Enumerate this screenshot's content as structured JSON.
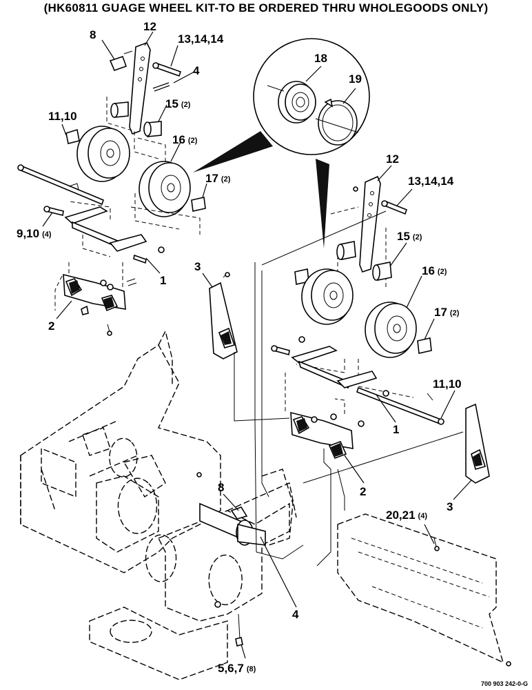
{
  "title": "(HK60811 GUAGE WHEEL KIT-TO BE ORDERED THRU WHOLEGOODS ONLY)",
  "reference_number": "700 903 242-0-G",
  "callouts": [
    {
      "id": "8-top",
      "text": "8",
      "qty": ""
    },
    {
      "id": "12-top",
      "text": "12",
      "qty": ""
    },
    {
      "id": "13-top",
      "text": "13,14,14",
      "qty": ""
    },
    {
      "id": "4-top",
      "text": "4",
      "qty": ""
    },
    {
      "id": "15-top",
      "text": "15",
      "qty": "(2)"
    },
    {
      "id": "11-top",
      "text": "11,10",
      "qty": ""
    },
    {
      "id": "16-top",
      "text": "16",
      "qty": "(2)"
    },
    {
      "id": "17-top",
      "text": "17",
      "qty": "(2)"
    },
    {
      "id": "9-top",
      "text": "9,10",
      "qty": "(4)"
    },
    {
      "id": "1-top",
      "text": "1",
      "qty": ""
    },
    {
      "id": "2-top",
      "text": "2",
      "qty": ""
    },
    {
      "id": "18",
      "text": "18",
      "qty": ""
    },
    {
      "id": "19",
      "text": "19",
      "qty": ""
    },
    {
      "id": "12-right",
      "text": "12",
      "qty": ""
    },
    {
      "id": "13-right",
      "text": "13,14,14",
      "qty": ""
    },
    {
      "id": "15-right",
      "text": "15",
      "qty": "(2)"
    },
    {
      "id": "16-right",
      "text": "16",
      "qty": "(2)"
    },
    {
      "id": "17-right",
      "text": "17",
      "qty": "(2)"
    },
    {
      "id": "3-mid",
      "text": "3",
      "qty": ""
    },
    {
      "id": "11-right",
      "text": "11,10",
      "qty": ""
    },
    {
      "id": "1-right",
      "text": "1",
      "qty": ""
    },
    {
      "id": "2-right",
      "text": "2",
      "qty": ""
    },
    {
      "id": "3-right",
      "text": "3",
      "qty": ""
    },
    {
      "id": "8-bottom",
      "text": "8",
      "qty": ""
    },
    {
      "id": "20",
      "text": "20,21",
      "qty": "(4)"
    },
    {
      "id": "4-bottom",
      "text": "4",
      "qty": ""
    },
    {
      "id": "5",
      "text": "5,6,7",
      "qty": "(8)"
    }
  ]
}
